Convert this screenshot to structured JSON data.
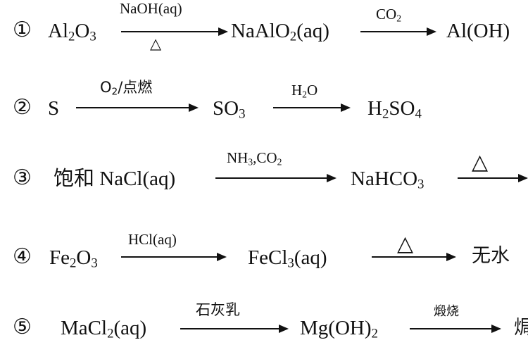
{
  "rows": [
    {
      "num": "①",
      "s1": "Al2O3",
      "c1_top": "NaOH(aq)",
      "c1_bot": "△",
      "s2": "NaAlO2(aq)",
      "c2_top": "CO2",
      "s3": "Al(OH)"
    },
    {
      "num": "②",
      "s1": "S",
      "c1_top": "O2/点燃",
      "s2": "SO3",
      "c2_top": "H2O",
      "s3": "H2SO4"
    },
    {
      "num": "③",
      "s1": "饱和 NaCl(aq)",
      "c1_top": "NH3,CO2",
      "s2": "NaHCO3",
      "c2_top": "△"
    },
    {
      "num": "④",
      "s1": "Fe2O3",
      "c1_top": "HCl(aq)",
      "s2": "FeCl3(aq)",
      "c2_top": "△",
      "s3": "无水"
    },
    {
      "num": "⑤",
      "s1": "MaCl2(aq)",
      "c1_top": "石灰乳",
      "s2": "Mg(OH)2",
      "c2_top": "煅烧",
      "s3": "焗"
    }
  ]
}
